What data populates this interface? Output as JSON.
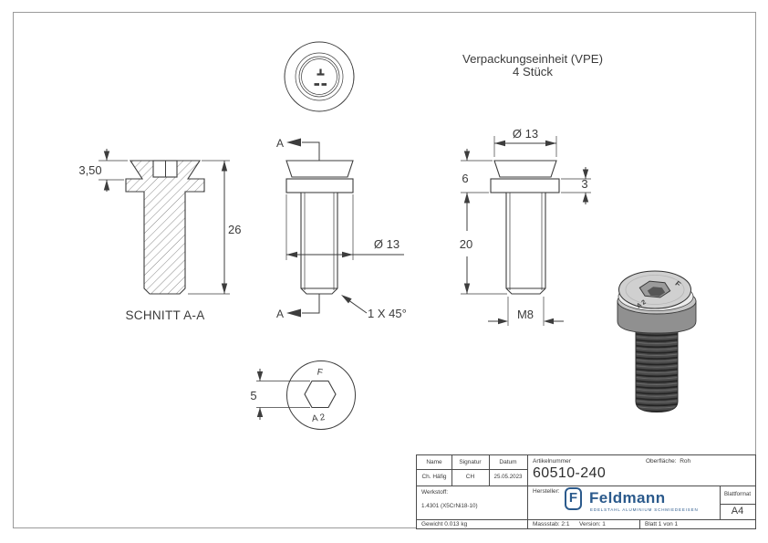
{
  "colors": {
    "line": "#3d3d3d",
    "frame": "#9a9a9a",
    "logo_blue": "#2b5a8c"
  },
  "packaging_note": {
    "line1": "Verpackungseinheit (VPE)",
    "line2": "4 Stück"
  },
  "views": {
    "section": {
      "title": "SCHNITT A-A",
      "dim_socket_depth": "3,50",
      "dim_total_length": "26"
    },
    "front": {
      "cut_mark": "A",
      "dim_diameter": "Ø 13",
      "dim_chamfer": "1 X 45°"
    },
    "side": {
      "dim_diameter": "Ø 13",
      "dim_head_height": "6",
      "dim_collar_height": "3",
      "dim_shaft_length": "20",
      "dim_thread": "M8"
    },
    "bottom": {
      "dim_hex_socket": "5",
      "mark_top": "F",
      "mark_bottom": "A 2"
    },
    "iso": {
      "mark_top": "F",
      "mark_bottom": "A 2"
    }
  },
  "title_block": {
    "name_label": "Name",
    "signature_label": "Signatur",
    "date_label": "Datum",
    "name_value": "Ch. Häfig",
    "signature_value": "CH",
    "date_value": "25.05.2023",
    "article_label": "Artikelnummer",
    "article_number": "60510-240",
    "surface_label": "Oberfläche:",
    "surface_value": "Roh",
    "material_label": "Werkstoff:",
    "material_value": "1.4301 (X5CrNi18-10)",
    "manufacturer_label": "Hersteller:",
    "logo": {
      "mark": "F",
      "wordmark": "Feldmann",
      "tagline": "EDELSTAHL ALUMINIUM SCHMIEDEEISEN"
    },
    "weight": "Gewicht 0.013 kg",
    "scale": "Massstab: 2:1",
    "version": "Version: 1",
    "sheet": "Blatt 1 von 1",
    "format_label": "Blattformat",
    "format_value": "A4"
  }
}
